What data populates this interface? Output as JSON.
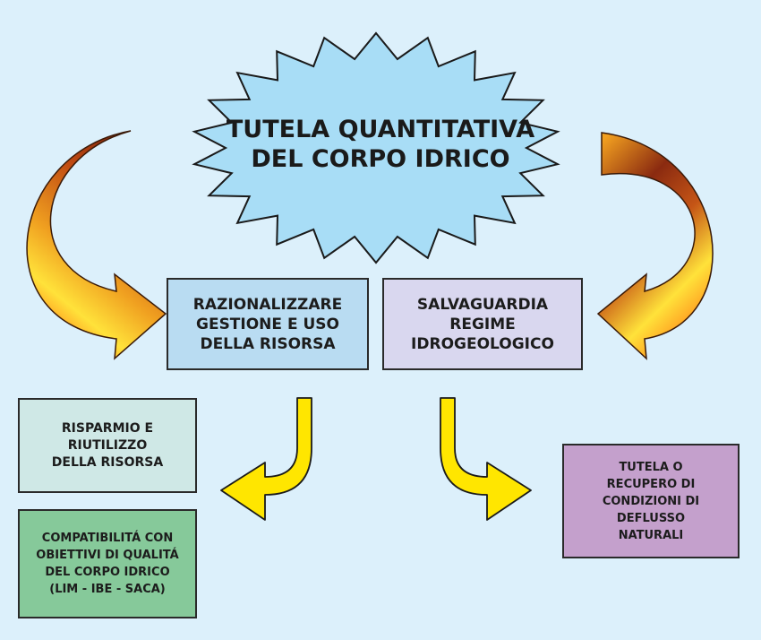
{
  "title": "TUTELA QUANTITATIVA\nDEL CORPO IDRICO",
  "boxes": {
    "razionalizzare": "RAZIONALIZZARE\nGESTIONE E USO\nDELLA RISORSA",
    "salvaguardia": "SALVAGUARDIA\nREGIME\nIDROGEOLOGICO",
    "risparmio": "RISPARMIO E\nRIUTILIZZO\nDELLA RISORSA",
    "compatibilita": "COMPATIBILITÁ CON\nOBIETTIVI DI QUALITÁ\nDEL CORPO IDRICO\n(LIM - IBE - SACA)",
    "tutela_recupero": "TUTELA O\nRECUPERO DI\nCONDIZIONI DI\nDEFLUSSO\nNATURALI"
  },
  "colors": {
    "background": "#dcf0fb",
    "burst_fill": "#a8ddf6",
    "curved_arrow_dark": "#6a1a0a",
    "curved_arrow_mid": "#e07a18",
    "curved_arrow_light": "#ffe23a",
    "hook_arrow_fill": "#ffe600"
  }
}
